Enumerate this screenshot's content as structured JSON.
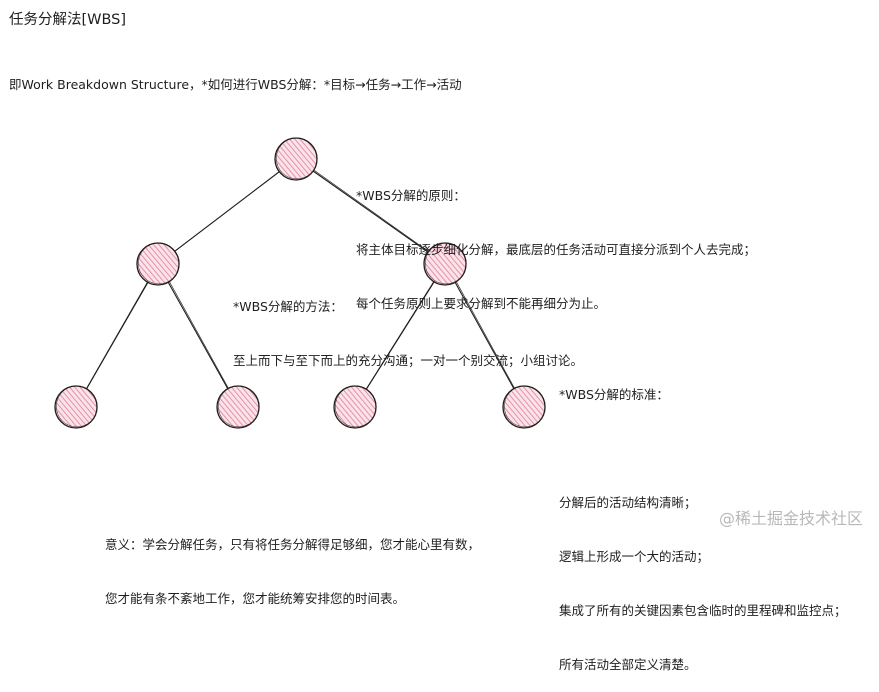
{
  "title": "任务分解法[WBS]",
  "intro": "即Work Breakdown Structure，*如何进行WBS分解：*目标→任务→工作→活动",
  "principle": {
    "heading": "*WBS分解的原则：",
    "lines": [
      "将主体目标逐步细化分解，最底层的任务活动可直接分派到个人去完成；",
      "每个任务原则上要求分解到不能再细分为止。"
    ]
  },
  "method": {
    "heading": "*WBS分解的方法：",
    "lines": [
      "至上而下与至下而上的充分沟通；一对一个别交流；小组讨论。"
    ]
  },
  "standard": {
    "heading": "*WBS分解的标准：",
    "lines": [
      "",
      "分解后的活动结构清晰；",
      "逻辑上形成一个大的活动；",
      "集成了所有的关键因素包含临时的里程碑和监控点；",
      "所有活动全部定义清楚。"
    ]
  },
  "meaning": {
    "lines": [
      "意义：学会分解任务，只有将任务分解得足够细，您才能心里有数，",
      "您才能有条不紊地工作，您才能统筹安排您的时间表。"
    ]
  },
  "watermark": "@稀土掘金技术社区",
  "colors": {
    "node_fill": "#f4a7b9",
    "node_stroke": "#1e1e1e",
    "line": "#1e1e1e",
    "text": "#1e1e1e"
  },
  "tree": {
    "nodes": [
      {
        "id": "root",
        "level": 0
      },
      {
        "id": "mid-left",
        "level": 1
      },
      {
        "id": "mid-right",
        "level": 1
      },
      {
        "id": "leaf-1",
        "level": 2
      },
      {
        "id": "leaf-2",
        "level": 2
      },
      {
        "id": "leaf-3",
        "level": 2
      },
      {
        "id": "leaf-4",
        "level": 2
      }
    ],
    "edges": [
      [
        "root",
        "mid-left"
      ],
      [
        "root",
        "mid-right"
      ],
      [
        "mid-left",
        "leaf-1"
      ],
      [
        "mid-left",
        "leaf-2"
      ],
      [
        "mid-right",
        "leaf-3"
      ],
      [
        "mid-right",
        "leaf-4"
      ]
    ]
  }
}
